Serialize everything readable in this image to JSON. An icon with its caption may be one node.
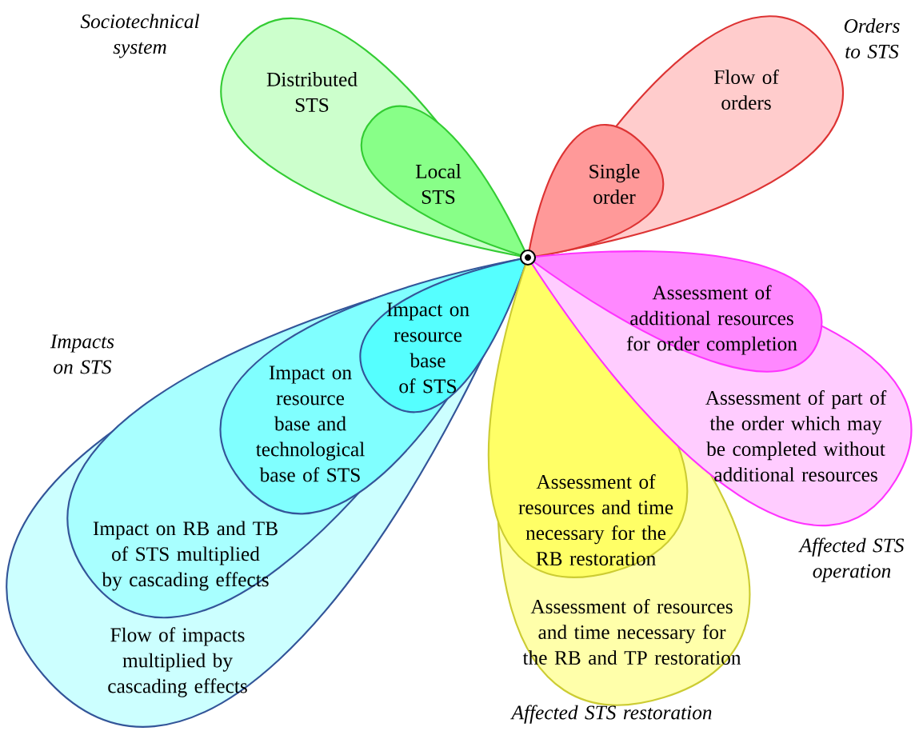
{
  "diagram": {
    "nodes": [
      {
        "text": [
          "Distributed STS"
        ],
        "beside": [
          "Sociotechnical system"
        ]
      },
      {
        "text": [
          "Local STS"
        ],
        "in": 0
      },
      {
        "text": [
          "Flow of orders"
        ],
        "beside": [
          "Orders to STS"
        ]
      },
      {
        "text": [
          "Single order"
        ],
        "in": 2
      },
      {
        "text": [
          "Flow of impacts multiplied by cascading effects"
        ],
        "beside": [
          "Impacts on STS"
        ]
      },
      {
        "text": [
          "Impact on RB and TB of STS multiplied by cascading effects"
        ],
        "in": 4
      },
      {
        "text": [
          "Impact on resource base and technological base of STS"
        ],
        "in": 5
      },
      {
        "text": [
          "Impact on resource base of STS"
        ],
        "in": 6
      },
      {
        "text": [
          "Assessment of resources and time necessary for the RB and TP restoration"
        ],
        "beside": [
          "Affected STS restoration"
        ]
      },
      {
        "text": [
          "Assessment of resources and time necessary for the RB restoration"
        ],
        "in": 8
      },
      {
        "text": [
          "Assessment of part of the order which may be completed without additional resources"
        ],
        "beside": [
          "Affected STS operation"
        ]
      },
      {
        "text": [
          "Assessment of additional resources for order completion"
        ],
        "in": 10
      }
    ]
  }
}
